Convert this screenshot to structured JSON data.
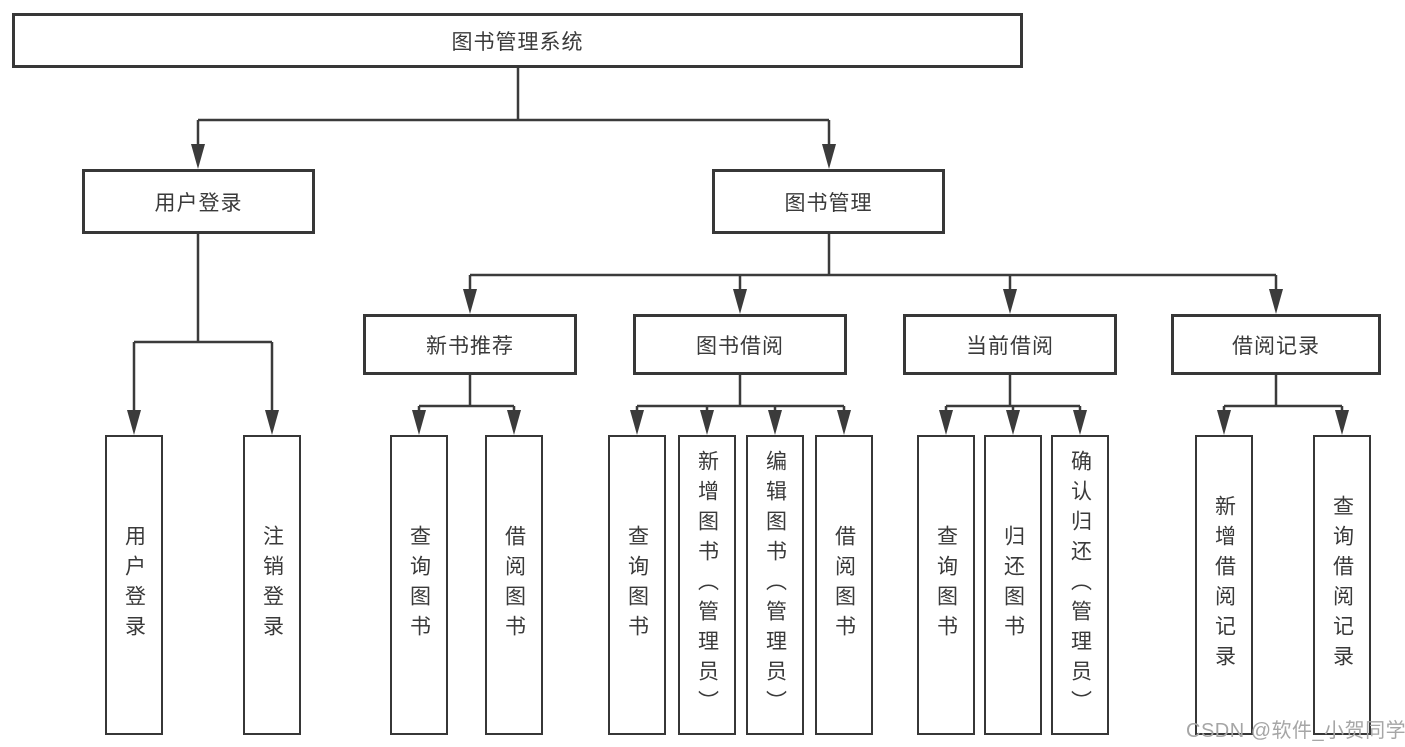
{
  "diagram": {
    "title": "图书管理系统",
    "watermark": "CSDN @软件_小贺同学",
    "colors": {
      "background": "#ffffff",
      "box_border": "#373737",
      "line": "#3b3b3b",
      "text": "#3a3a3a",
      "watermark": "#a6a6a6"
    },
    "nodes": {
      "root": {
        "label": "图书管理系统",
        "level": 1
      },
      "user_login": {
        "label": "用户登录",
        "level": 2,
        "parent": "root"
      },
      "book_mgmt": {
        "label": "图书管理",
        "level": 2,
        "parent": "root"
      },
      "new_rec": {
        "label": "新书推荐",
        "level": 3,
        "parent": "book_mgmt"
      },
      "borrow": {
        "label": "图书借阅",
        "level": 3,
        "parent": "book_mgmt"
      },
      "current": {
        "label": "当前借阅",
        "level": 3,
        "parent": "book_mgmt"
      },
      "record": {
        "label": "借阅记录",
        "level": 3,
        "parent": "book_mgmt"
      },
      "leaf_user_login": {
        "label": "用户登录",
        "level": 4,
        "parent": "user_login"
      },
      "leaf_logout": {
        "label": "注销登录",
        "level": 4,
        "parent": "user_login"
      },
      "leaf_nr_query_book": {
        "label": "查询图书",
        "level": 4,
        "parent": "new_rec"
      },
      "leaf_nr_borrow_book": {
        "label": "借阅图书",
        "level": 4,
        "parent": "new_rec"
      },
      "leaf_bw_query_book": {
        "label": "查询图书",
        "level": 4,
        "parent": "borrow"
      },
      "leaf_bw_add_book": {
        "label": "新增图书（管理员）",
        "level": 4,
        "parent": "borrow"
      },
      "leaf_bw_edit_book": {
        "label": "编辑图书（管理员）",
        "level": 4,
        "parent": "borrow"
      },
      "leaf_bw_borrow_book": {
        "label": "借阅图书",
        "level": 4,
        "parent": "borrow"
      },
      "leaf_cu_query_book": {
        "label": "查询图书",
        "level": 4,
        "parent": "current"
      },
      "leaf_cu_return_book": {
        "label": "归还图书",
        "level": 4,
        "parent": "current"
      },
      "leaf_cu_confirm": {
        "label": "确认归还（管理员）",
        "level": 4,
        "parent": "current"
      },
      "leaf_re_add_record": {
        "label": "新增借阅记录",
        "level": 4,
        "parent": "record"
      },
      "leaf_re_query_record": {
        "label": "查询借阅记录",
        "level": 4,
        "parent": "record"
      }
    }
  }
}
